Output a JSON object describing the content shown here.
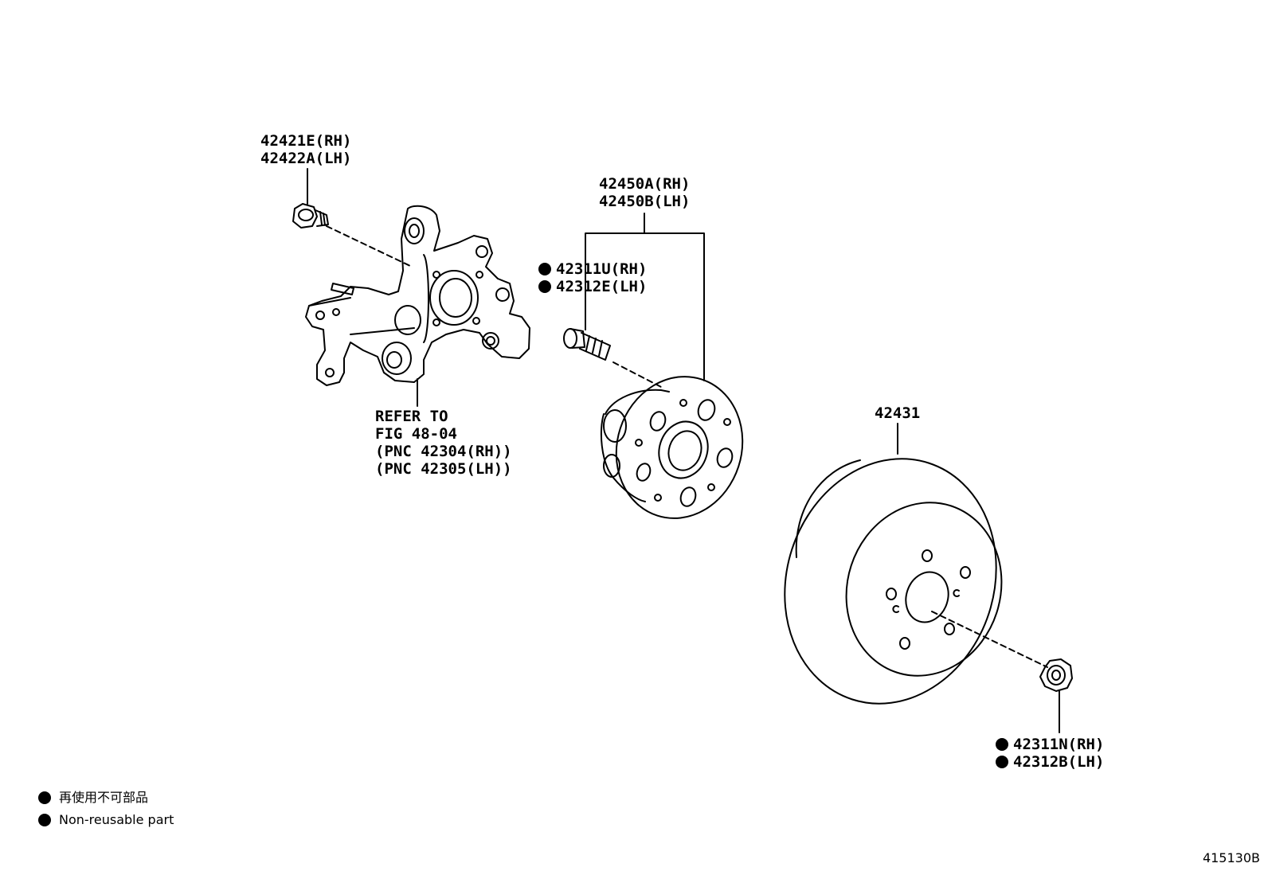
{
  "parts": {
    "bolt": {
      "line1": "42421E(RH)",
      "line2": "42422A(LH)"
    },
    "hub_assembly": {
      "line1": "42450A(RH)",
      "line2": "42450B(LH)"
    },
    "hub_bolt": {
      "line1": "42311U(RH)",
      "line2": "42312E(LH)"
    },
    "refer": {
      "line1": "REFER TO",
      "line2": "FIG 48-04",
      "line3": "(PNC 42304(RH))",
      "line4": "(PNC 42305(LH))"
    },
    "disc": {
      "line1": "42431"
    },
    "hub_nut": {
      "line1": "42311N(RH)",
      "line2": "42312B(LH)"
    }
  },
  "legend": {
    "jp": "再使用不可部品",
    "en": "Non-reusable part"
  },
  "figure_number": "415130B"
}
